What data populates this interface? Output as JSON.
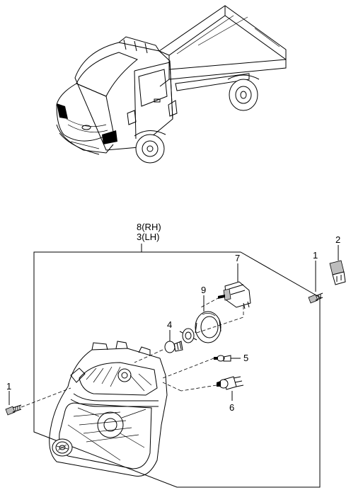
{
  "assembly_label_rh": "8(RH)",
  "assembly_label_lh": "3(LH)",
  "callouts": {
    "screw_left": "1",
    "screw_right": "1",
    "relay": "2",
    "bulb_small": "4",
    "bulb_side": "5",
    "bulb_h4": "6",
    "socket": "7",
    "cap": "9"
  }
}
